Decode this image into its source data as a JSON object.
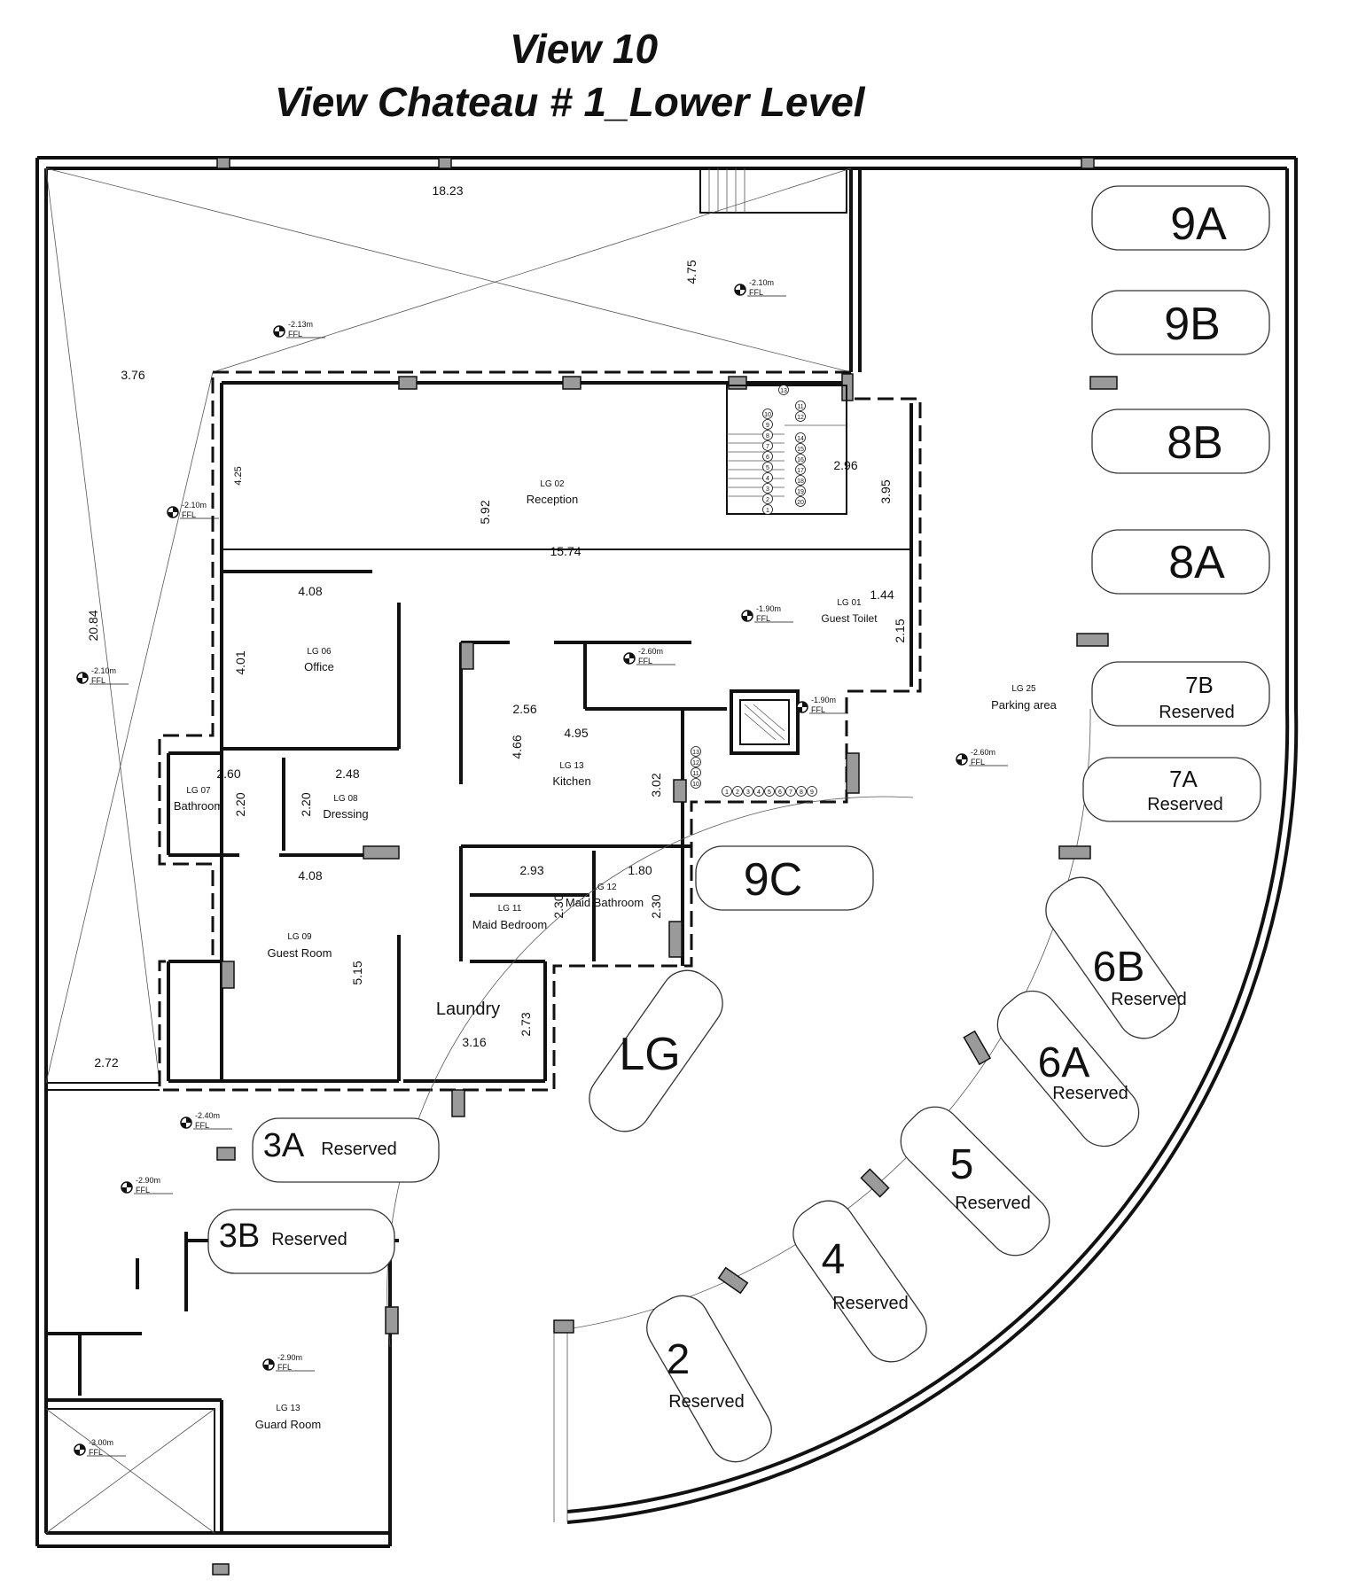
{
  "title": {
    "line1": "View 10",
    "line2": "View Chateau # 1_Lower Level"
  },
  "rooms": [
    {
      "id": "LG 02",
      "name": "Reception"
    },
    {
      "id": "LG 01",
      "name": "Guest Toilet"
    },
    {
      "id": "LG 06",
      "name": "Office"
    },
    {
      "id": "LG 07",
      "name": "Bathroom"
    },
    {
      "id": "LG 08",
      "name": "Dressing"
    },
    {
      "id": "LG 13",
      "name": "Kitchen"
    },
    {
      "id": "LG 11",
      "name": "Maid Bedroom"
    },
    {
      "id": "LG 12",
      "name": "Maid Bathroom"
    },
    {
      "id": "LG 09",
      "name": "Guest Room"
    },
    {
      "id": "LG 25",
      "name": "Parking area"
    },
    {
      "id": "LG 13",
      "name": "Guard Room"
    },
    {
      "id": "",
      "name": "Laundry"
    }
  ],
  "dimensions": [
    "18.23",
    "4.75",
    "3.76",
    "20.84",
    "2.72",
    "4.25",
    "5.92",
    "15.74",
    "2.96",
    "3.95",
    "1.44",
    "2.15",
    "4.08",
    "4.01",
    "2.60",
    "2.20",
    "2.48",
    "2.20",
    "4.08",
    "5.15",
    "2.56",
    "4.66",
    "4.95",
    "3.02",
    "2.93",
    "2.30",
    "1.80",
    "2.30",
    "3.16",
    "2.73"
  ],
  "levels": [
    "-2.13m",
    "-2.10m",
    "-2.10m",
    "-2.10m",
    "-1.90m",
    "-2.60m",
    "-1.90m",
    "-2.60m",
    "-2.40m",
    "-2.90m",
    "-2.90m",
    "-3.00m"
  ],
  "level_suffix": "FFL",
  "parking": [
    {
      "label": "9A",
      "note": ""
    },
    {
      "label": "9B",
      "note": ""
    },
    {
      "label": "8B",
      "note": ""
    },
    {
      "label": "8A",
      "note": ""
    },
    {
      "label": "7B",
      "note": "Reserved"
    },
    {
      "label": "7A",
      "note": "Reserved"
    },
    {
      "label": "9C",
      "note": ""
    },
    {
      "label": "LG",
      "note": ""
    },
    {
      "label": "6B",
      "note": "Reserved"
    },
    {
      "label": "6A",
      "note": "Reserved"
    },
    {
      "label": "5",
      "note": "Reserved"
    },
    {
      "label": "4",
      "note": "Reserved"
    },
    {
      "label": "2",
      "note": "Reserved"
    },
    {
      "label": "3A",
      "note": "Reserved"
    },
    {
      "label": "3B",
      "note": "Reserved"
    }
  ],
  "stair_numbers_upper": [
    "1",
    "2",
    "3",
    "4",
    "5",
    "6",
    "7",
    "8",
    "9",
    "10",
    "11",
    "12",
    "13",
    "14",
    "15",
    "16",
    "17",
    "18",
    "19",
    "20"
  ],
  "stair_numbers_lower": [
    "1",
    "2",
    "3",
    "4",
    "5",
    "6",
    "7",
    "8",
    "9",
    "10",
    "11",
    "12",
    "13"
  ]
}
